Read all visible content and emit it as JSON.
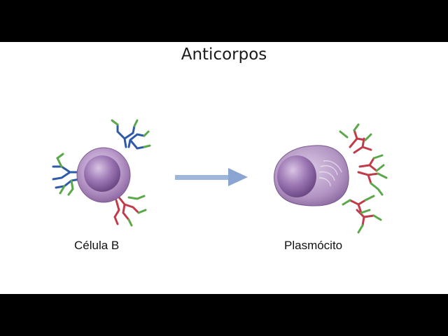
{
  "title": "Anticorpos",
  "labels": {
    "b_cell": "Célula B",
    "plasma_cell": "Plasmócito"
  },
  "colors": {
    "cell_fill": "#b89ac6",
    "nucleus_fill": "#8e6aa6",
    "arrow": "#9fb6dc",
    "antibody_blue": "#2f5aa8",
    "antibody_green": "#5aa84a",
    "antibody_red": "#c23b4a"
  }
}
